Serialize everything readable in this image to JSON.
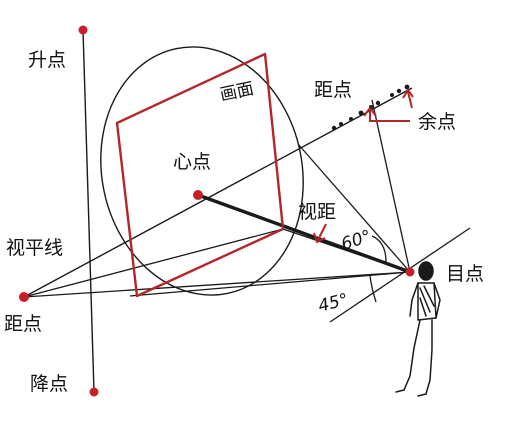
{
  "labels": {
    "rising_point": "升点",
    "falling_point": "降点",
    "picture_plane": "画面",
    "distance_point_top": "距点",
    "distance_point_left": "距点",
    "center_point": "心点",
    "remaining_point": "余点",
    "viewing_distance": "视距",
    "horizon_line": "视平线",
    "eye_point": "目点",
    "angle_60": "60°",
    "angle_45": "45°"
  },
  "colors": {
    "ink": "#1a1a1a",
    "red_frame": "#b3262a",
    "dot_red": "#c8202a"
  },
  "icons": {
    "observer": "standing-person-icon",
    "arrow": "arrow-icon"
  }
}
